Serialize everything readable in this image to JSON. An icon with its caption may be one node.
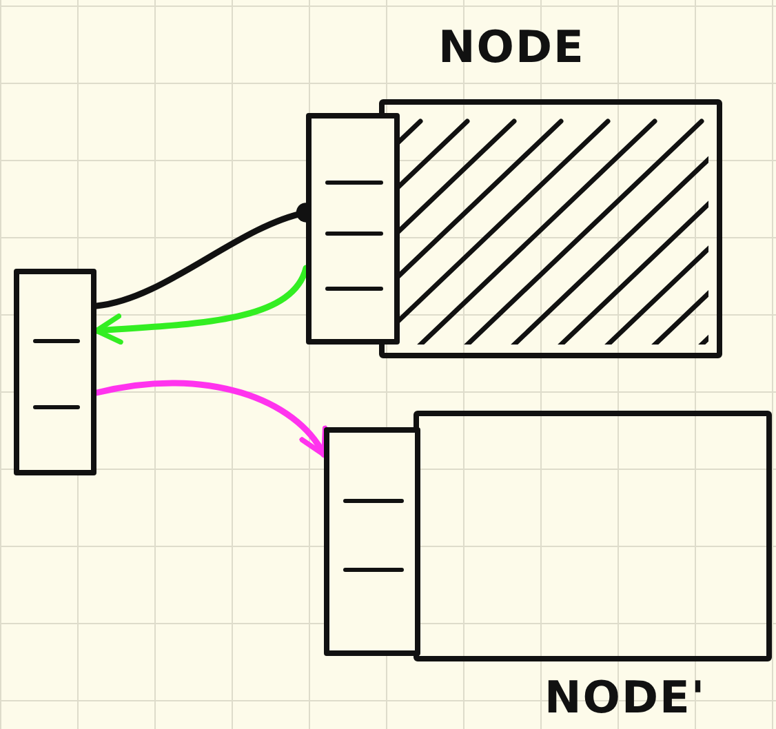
{
  "diagram": {
    "nodes": [
      {
        "text": [
          "NODE"
        ]
      },
      {
        "text": [],
        "shape": "box",
        "in": 0
      },
      {
        "text": [],
        "shape": "box"
      },
      {
        "text": [
          "NODE'"
        ]
      },
      {
        "text": [],
        "shape": "box"
      }
    ],
    "edges": [
      {
        "from": 2,
        "to": 1,
        "arrow": "other"
      },
      {
        "from": 1,
        "to": 2,
        "arrow": "to",
        "color": "#33ee22"
      },
      {
        "from": 2,
        "to": 4,
        "arrow": "to",
        "color": "#ff33ee"
      }
    ]
  }
}
